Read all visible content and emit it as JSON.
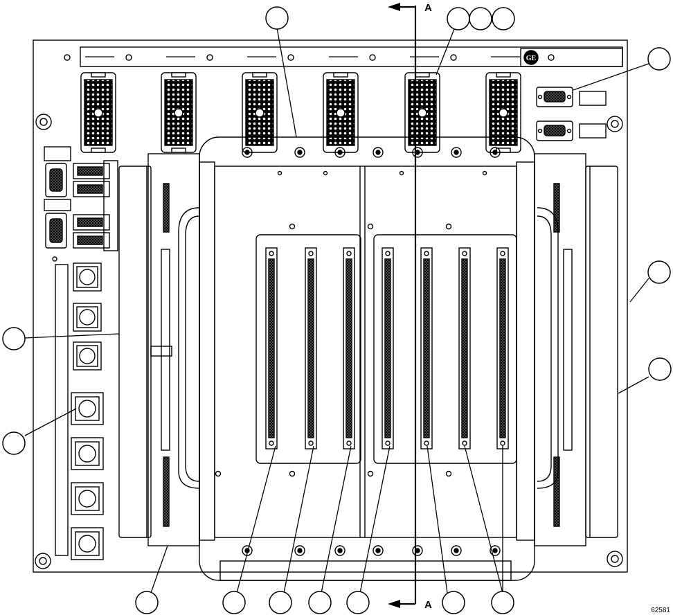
{
  "section_markers": {
    "top": "A",
    "bottom": "A"
  },
  "figure_number": "62581",
  "brand_logo": "GE",
  "colors": {
    "line": "#000000",
    "paper": "#ffffff",
    "fill_dark": "#000000"
  }
}
